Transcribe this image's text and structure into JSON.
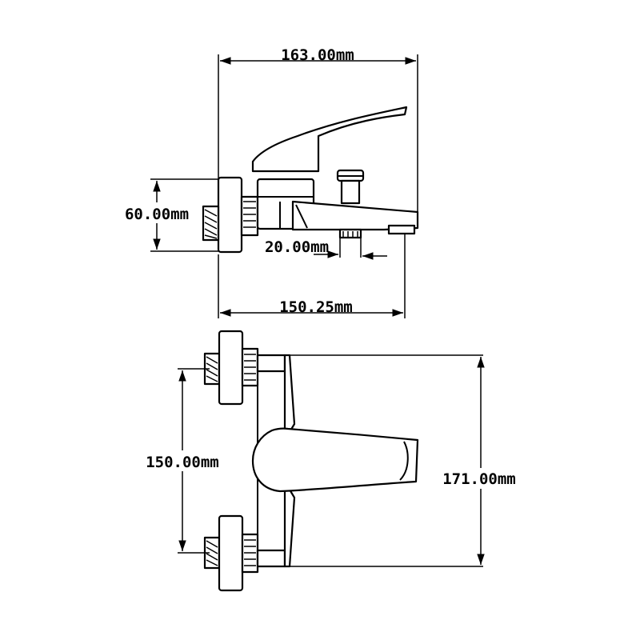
{
  "colors": {
    "line": "#000000",
    "background": "#ffffff"
  },
  "dimensions": {
    "top_width": "163.00mm",
    "height_left": "60.00mm",
    "spout_gap": "20.00mm",
    "bottom_width": "150.25mm",
    "inlet_spacing": "150.00mm",
    "plan_depth": "171.00mm"
  }
}
